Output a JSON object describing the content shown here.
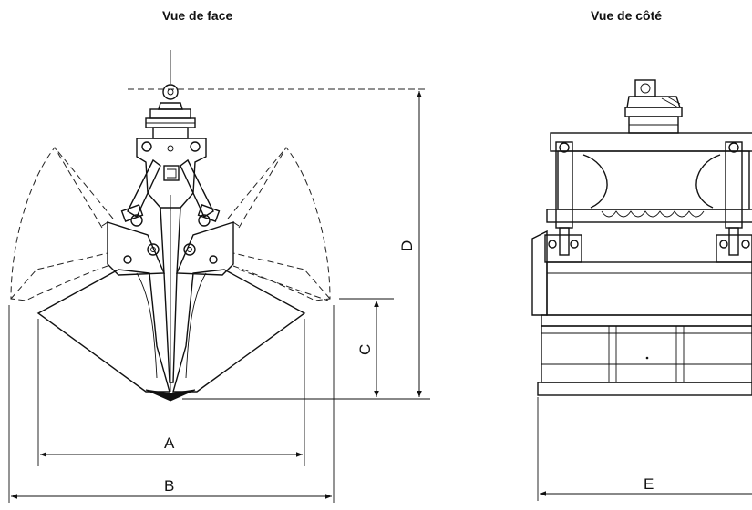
{
  "views": {
    "front": {
      "title": "Vue de face"
    },
    "side": {
      "title": "Vue de côté"
    }
  },
  "dimensions": {
    "A": "A",
    "B": "B",
    "C": "C",
    "D": "D",
    "E": "E"
  },
  "colors": {
    "line": "#111111",
    "background": "#ffffff"
  }
}
